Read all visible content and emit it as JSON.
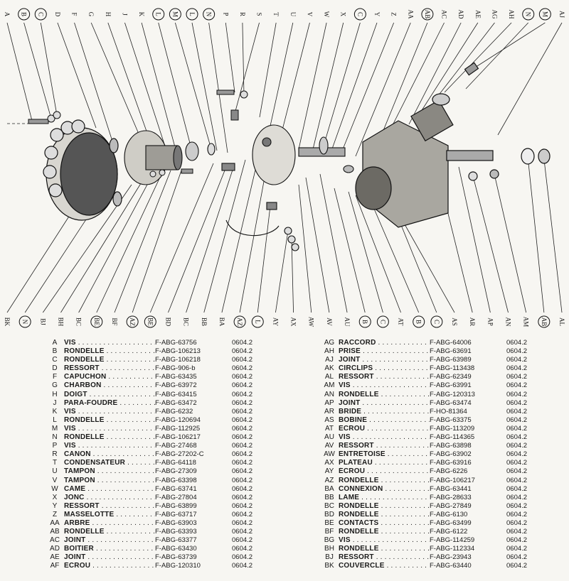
{
  "diagram": {
    "top_labels": [
      {
        "text": "A",
        "circled": false
      },
      {
        "text": "B",
        "circled": true
      },
      {
        "text": "C",
        "circled": true
      },
      {
        "text": "D",
        "circled": false
      },
      {
        "text": "F",
        "circled": false
      },
      {
        "text": "G",
        "circled": false
      },
      {
        "text": "H",
        "circled": false
      },
      {
        "text": "J",
        "circled": false
      },
      {
        "text": "K",
        "circled": false
      },
      {
        "text": "L",
        "circled": true
      },
      {
        "text": "M",
        "circled": true
      },
      {
        "text": "L",
        "circled": true
      },
      {
        "text": "N",
        "circled": true
      },
      {
        "text": "P",
        "circled": false
      },
      {
        "text": "R",
        "circled": false
      },
      {
        "text": "S",
        "circled": false
      },
      {
        "text": "T",
        "circled": false
      },
      {
        "text": "U",
        "circled": false
      },
      {
        "text": "V",
        "circled": false
      },
      {
        "text": "W",
        "circled": false
      },
      {
        "text": "X",
        "circled": false
      },
      {
        "text": "C",
        "circled": true
      },
      {
        "text": "Y",
        "circled": false
      },
      {
        "text": "Z",
        "circled": false
      },
      {
        "text": "AA",
        "circled": false
      },
      {
        "text": "AB",
        "circled": true
      },
      {
        "text": "AC",
        "circled": false
      },
      {
        "text": "AD",
        "circled": false
      },
      {
        "text": "AE",
        "circled": false
      },
      {
        "text": "AG",
        "circled": false
      },
      {
        "text": "AH",
        "circled": false
      },
      {
        "text": "N",
        "circled": true
      },
      {
        "text": "M",
        "circled": true
      },
      {
        "text": "AJ",
        "circled": false
      }
    ],
    "bottom_labels": [
      {
        "text": "BK",
        "circled": false
      },
      {
        "text": "N",
        "circled": true
      },
      {
        "text": "BJ",
        "circled": false
      },
      {
        "text": "BH",
        "circled": false
      },
      {
        "text": "BC",
        "circled": false
      },
      {
        "text": "BE",
        "circled": true
      },
      {
        "text": "BF",
        "circled": false
      },
      {
        "text": "AZ",
        "circled": true
      },
      {
        "text": "BE",
        "circled": true
      },
      {
        "text": "BD",
        "circled": false
      },
      {
        "text": "BC",
        "circled": false
      },
      {
        "text": "BB",
        "circled": false
      },
      {
        "text": "BA",
        "circled": false
      },
      {
        "text": "AZ",
        "circled": true
      },
      {
        "text": "L",
        "circled": true
      },
      {
        "text": "AY",
        "circled": false
      },
      {
        "text": "AX",
        "circled": false
      },
      {
        "text": "AW",
        "circled": false
      },
      {
        "text": "AV",
        "circled": false
      },
      {
        "text": "AU",
        "circled": false
      },
      {
        "text": "B",
        "circled": true
      },
      {
        "text": "C",
        "circled": true
      },
      {
        "text": "AT",
        "circled": false
      },
      {
        "text": "B",
        "circled": true
      },
      {
        "text": "C",
        "circled": true
      },
      {
        "text": "AS",
        "circled": false
      },
      {
        "text": "AR",
        "circled": false
      },
      {
        "text": "AP",
        "circled": false
      },
      {
        "text": "AN",
        "circled": false
      },
      {
        "text": "AM",
        "circled": false
      },
      {
        "text": "AB",
        "circled": true
      },
      {
        "text": "AL",
        "circled": false
      }
    ]
  },
  "parts_left": [
    {
      "ref": "A",
      "name": "VIS",
      "number": "F-ABG-63756",
      "code": "0604.2"
    },
    {
      "ref": "B",
      "name": "RONDELLE",
      "number": "F-ABG-106213",
      "code": "0604.2"
    },
    {
      "ref": "C",
      "name": "RONDELLE",
      "number": "F-ABG-106218",
      "code": "0604.2"
    },
    {
      "ref": "D",
      "name": "RESSORT",
      "number": "F-ABG-906-b",
      "code": "0604.2"
    },
    {
      "ref": "F",
      "name": "CAPUCHON",
      "number": "F-ABG-63435",
      "code": "0604.2"
    },
    {
      "ref": "G",
      "name": "CHARBON",
      "number": "F-ABG-63972",
      "code": "0604.2"
    },
    {
      "ref": "H",
      "name": "DOIGT",
      "number": "F-ABG-63415",
      "code": "0604.2"
    },
    {
      "ref": "J",
      "name": "PARA-FOUDRE",
      "number": "F-ABG-63472",
      "code": "0604.2"
    },
    {
      "ref": "K",
      "name": "VIS",
      "number": "F-ABG-6232",
      "code": "0604.2"
    },
    {
      "ref": "L",
      "name": "RONDELLE",
      "number": "F-ABG-120694",
      "code": "0604.2"
    },
    {
      "ref": "M",
      "name": "VIS",
      "number": "F-ABG-112925",
      "code": "0604.2"
    },
    {
      "ref": "N",
      "name": "RONDELLE",
      "number": "F-ABG-106217",
      "code": "0604.2"
    },
    {
      "ref": "P",
      "name": "VIS",
      "number": "F-ABG-27468",
      "code": "0604.2"
    },
    {
      "ref": "R",
      "name": "CANON",
      "number": "F-ABG-27202-C",
      "code": "0604.2"
    },
    {
      "ref": "T",
      "name": "CONDENSATEUR",
      "number": "F-ABG-64118",
      "code": "0604.2"
    },
    {
      "ref": "U",
      "name": "TAMPON",
      "number": "F-ABG-27309",
      "code": "0604.2"
    },
    {
      "ref": "V",
      "name": "TAMPON",
      "number": "F-ABG-63398",
      "code": "0604.2"
    },
    {
      "ref": "W",
      "name": "CAME",
      "number": "F-ABG-63741",
      "code": "0604.2"
    },
    {
      "ref": "X",
      "name": "JONC",
      "number": "F-ABG-27804",
      "code": "0604.2"
    },
    {
      "ref": "Y",
      "name": "RESSORT",
      "number": "F-ABG-63899",
      "code": "0604.2"
    },
    {
      "ref": "Z",
      "name": "MASSELOTTE",
      "number": "F-ABG-63717",
      "code": "0604.2"
    },
    {
      "ref": "AA",
      "name": "ARBRE",
      "number": "F-ABG-63903",
      "code": "0604.2"
    },
    {
      "ref": "AB",
      "name": "RONDELLE",
      "number": "F-ABG-63393",
      "code": "0604.2"
    },
    {
      "ref": "AC",
      "name": "JOINT",
      "number": "F-ABG-63377",
      "code": "0604.2"
    },
    {
      "ref": "AD",
      "name": "BOITIER",
      "number": "F-ABG-63430",
      "code": "0604.2"
    },
    {
      "ref": "AE",
      "name": "JOINT",
      "number": "F-ABG-63739",
      "code": "0604.2"
    },
    {
      "ref": "AF",
      "name": "ÉCROU",
      "number": "F-ABG-120310",
      "code": "0604.2"
    }
  ],
  "parts_right": [
    {
      "ref": "AG",
      "name": "RACCORD",
      "number": "F-ABG-64006",
      "code": "0604.2"
    },
    {
      "ref": "AH",
      "name": "PRISE",
      "number": "F-ABG-63691",
      "code": "0604.2"
    },
    {
      "ref": "AJ",
      "name": "JOINT",
      "number": "F-ABG-63989",
      "code": "0604.2"
    },
    {
      "ref": "AK",
      "name": "CIRCLIPS",
      "number": "F-ABG-113438",
      "code": "0604.2"
    },
    {
      "ref": "AL",
      "name": "RESSORT",
      "number": "F-ABG-62349",
      "code": "0604.2"
    },
    {
      "ref": "AM",
      "name": "VIS",
      "number": "F-ABG-63991",
      "code": "0604.2"
    },
    {
      "ref": "AN",
      "name": "RONDELLE",
      "number": "F-ABG-120313",
      "code": "0604.2"
    },
    {
      "ref": "AP",
      "name": "JOINT",
      "number": "F-ABG-63474",
      "code": "0604.2"
    },
    {
      "ref": "AR",
      "name": "BRIDE",
      "number": "F-HO-81364",
      "code": "0604.2"
    },
    {
      "ref": "AS",
      "name": "BOBINE",
      "number": "F-ABG-63375",
      "code": "0604.2"
    },
    {
      "ref": "AT",
      "name": "ÉCROU",
      "number": "F-ABG-113209",
      "code": "0604.2"
    },
    {
      "ref": "AU",
      "name": "VIS",
      "number": "F-ABG-114365",
      "code": "0604.2"
    },
    {
      "ref": "AV",
      "name": "RESSORT",
      "number": "F-ABG-63898",
      "code": "0604.2"
    },
    {
      "ref": "AW",
      "name": "ENTRETOISE",
      "number": "F-ABG-63902",
      "code": "0604.2"
    },
    {
      "ref": "AX",
      "name": "PLATEAU",
      "number": "F-ABG-63916",
      "code": "0604.2"
    },
    {
      "ref": "AY",
      "name": "ÉCROU",
      "number": "F-ABG-6226",
      "code": "0604.2"
    },
    {
      "ref": "AZ",
      "name": "RONDELLE",
      "number": "F-ABG-106217",
      "code": "0604.2"
    },
    {
      "ref": "BA",
      "name": "CONNEXION",
      "number": "F-ABG-63441",
      "code": "0604.2"
    },
    {
      "ref": "BB",
      "name": "LAME",
      "number": "F-ABG-28633",
      "code": "0604.2"
    },
    {
      "ref": "BC",
      "name": "RONDELLE",
      "number": "F-ABG-27849",
      "code": "0604.2"
    },
    {
      "ref": "BD",
      "name": "RONDELLE",
      "number": "F-ABG-6130",
      "code": "0604.2"
    },
    {
      "ref": "BE",
      "name": "CONTACTS",
      "number": "F-ABG-63499",
      "code": "0604.2"
    },
    {
      "ref": "BF",
      "name": "RONDELLE",
      "number": "F-ABG-6122",
      "code": "0604.2"
    },
    {
      "ref": "BG",
      "name": "VIS",
      "number": "F-ABG-114259",
      "code": "0604.2"
    },
    {
      "ref": "BH",
      "name": "RONDELLE",
      "number": "F-ABG-112334",
      "code": "0604.2"
    },
    {
      "ref": "BJ",
      "name": "RESSORT",
      "number": "F-ABG-23943",
      "code": "0604.2"
    },
    {
      "ref": "BK",
      "name": "COUVERCLE",
      "number": "F-ABG-63440",
      "code": "0604.2"
    }
  ]
}
